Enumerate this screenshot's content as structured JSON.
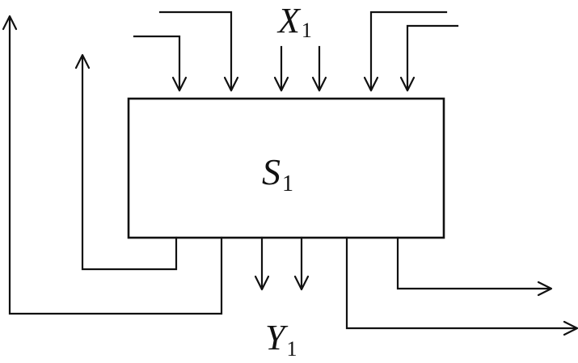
{
  "diagram": {
    "system": {
      "name": "S",
      "subscript": "1"
    },
    "inputs": {
      "name": "X",
      "subscript": "1"
    },
    "outputs": {
      "name": "Y",
      "subscript": "1"
    },
    "line_color": "#111111",
    "background": "#ffffff"
  }
}
